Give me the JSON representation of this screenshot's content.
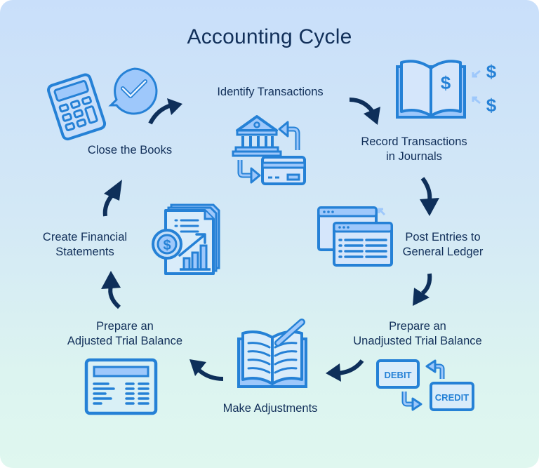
{
  "diagram": {
    "title": "Accounting Cycle",
    "type": "cycle",
    "colors": {
      "background_top": "#c9dffa",
      "background_bottom": "#dff7ef",
      "text": "#12305a",
      "arrow": "#0e2f5a",
      "icon_stroke": "#2581d6",
      "icon_fill": "#9ec8fb"
    },
    "steps": [
      {
        "order": 1,
        "label": "Identify Transactions",
        "icon": "bank-card-exchange-icon"
      },
      {
        "order": 2,
        "label": "Record Transactions\nin Journals",
        "icon": "journal-dollar-icon"
      },
      {
        "order": 3,
        "label": "Post Entries to\nGeneral Ledger",
        "icon": "ledger-windows-icon"
      },
      {
        "order": 4,
        "label": "Prepare an\nUnadjusted Trial Balance",
        "icon": "debit-credit-icon"
      },
      {
        "order": 5,
        "label": "Make Adjustments",
        "icon": "book-pen-icon"
      },
      {
        "order": 6,
        "label": "Prepare an\nAdjusted Trial Balance",
        "icon": "spreadsheet-icon"
      },
      {
        "order": 7,
        "label": "Create Financial\nStatements",
        "icon": "financial-report-icon"
      },
      {
        "order": 8,
        "label": "Close the Books",
        "icon": "calculator-check-icon"
      }
    ],
    "icon_text": {
      "debit": "DEBIT",
      "credit": "CREDIT",
      "dollar": "$"
    }
  }
}
